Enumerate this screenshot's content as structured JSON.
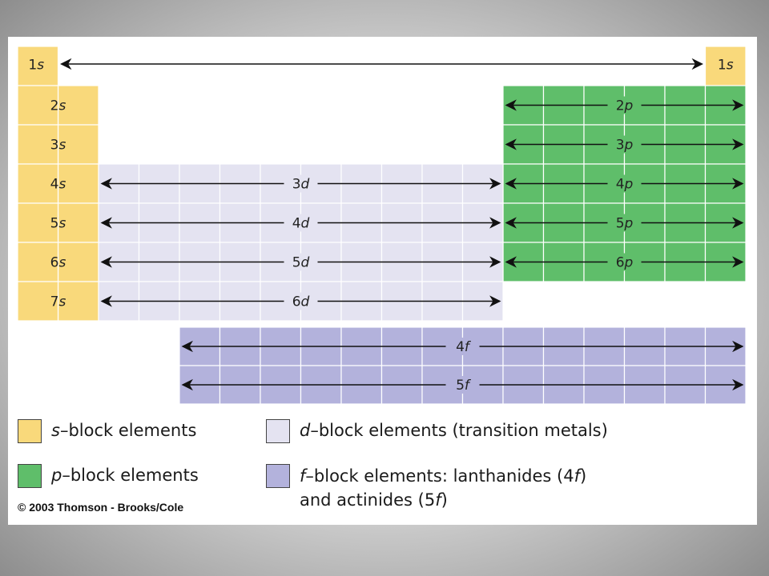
{
  "colors": {
    "s_block": "#f9d97b",
    "p_block": "#5fbe6a",
    "d_block": "#e4e3f1",
    "f_block": "#b3b2dc",
    "grid_line": "#ffffff",
    "arrow": "#111111"
  },
  "s_block": {
    "top_labels": [
      {
        "n": "1",
        "l": "s"
      },
      {
        "n": "1",
        "l": "s"
      }
    ],
    "rows": [
      {
        "n": "2",
        "l": "s"
      },
      {
        "n": "3",
        "l": "s"
      },
      {
        "n": "4",
        "l": "s"
      },
      {
        "n": "5",
        "l": "s"
      },
      {
        "n": "6",
        "l": "s"
      },
      {
        "n": "7",
        "l": "s"
      }
    ]
  },
  "p_block": {
    "rows": [
      {
        "n": "2",
        "l": "p"
      },
      {
        "n": "3",
        "l": "p"
      },
      {
        "n": "4",
        "l": "p"
      },
      {
        "n": "5",
        "l": "p"
      },
      {
        "n": "6",
        "l": "p"
      }
    ]
  },
  "d_block": {
    "rows": [
      {
        "n": "3",
        "l": "d"
      },
      {
        "n": "4",
        "l": "d"
      },
      {
        "n": "5",
        "l": "d"
      },
      {
        "n": "6",
        "l": "d"
      }
    ]
  },
  "f_block": {
    "rows": [
      {
        "n": "4",
        "l": "f"
      },
      {
        "n": "5",
        "l": "f"
      }
    ]
  },
  "legend": {
    "s": {
      "letter": "s",
      "text": "–block elements"
    },
    "p": {
      "letter": "p",
      "text": "–block elements"
    },
    "d": {
      "letter": "d",
      "text": "–block elements (transition metals)"
    },
    "f": {
      "letter": "f",
      "text_a": "–block elements: lanthanides (4",
      "text_a_letter": "f",
      "text_a_end": ")",
      "text_b": "and actinides (5",
      "text_b_letter": "f",
      "text_b_end": ")"
    }
  },
  "copyright": "© 2003 Thomson - Brooks/Cole"
}
